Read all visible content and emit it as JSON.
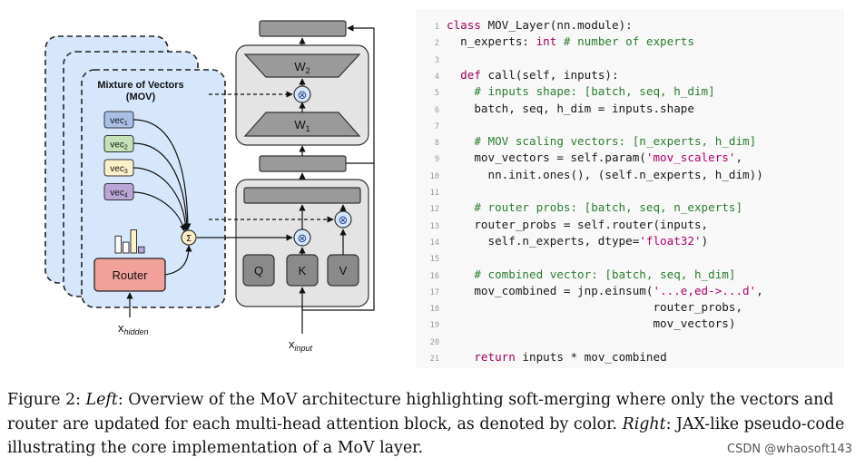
{
  "diagram": {
    "mov_title": "Mixture of Vectors",
    "mov_subtitle": "(MOV)",
    "vectors": [
      {
        "base": "vec",
        "sub": "1",
        "color": "#a9bfe6"
      },
      {
        "base": "vec",
        "sub": "2",
        "color": "#c3e2b8"
      },
      {
        "base": "vec",
        "sub": "3",
        "color": "#fbf0c7"
      },
      {
        "base": "vec",
        "sub": "4",
        "color": "#b9a6d6"
      }
    ],
    "router_label": "Router",
    "sum_symbol": "Σ",
    "x_hidden": {
      "base": "x",
      "sub": "hidden"
    },
    "x_input": {
      "base": "x",
      "sub": "input"
    },
    "w2": {
      "base": "W",
      "sub": "2"
    },
    "w1": {
      "base": "W",
      "sub": "1"
    },
    "q_label": "Q",
    "k_label": "K",
    "v_label": "V",
    "multiply_symbol": "⊗",
    "bar_chart_heights": [
      0.55,
      0.35,
      0.75,
      0.2
    ],
    "colors": {
      "mov_fill": "#d6e7fb",
      "router_fill": "#f2a09a",
      "block_fill": "#e4e4e4",
      "bar_fill": "#9a9a9a",
      "sum_fill": "#fbf0c7",
      "mult_fill": "#d6e7fb"
    }
  },
  "code": {
    "lines": [
      {
        "n": "1",
        "parts": [
          {
            "t": "class",
            "c": "kw"
          },
          {
            "t": " MOV_Layer(nn.module):",
            "c": ""
          }
        ]
      },
      {
        "n": "2",
        "parts": [
          {
            "t": "  n_experts: ",
            "c": ""
          },
          {
            "t": "int",
            "c": "kw"
          },
          {
            "t": " # number of experts",
            "c": "cm"
          }
        ]
      },
      {
        "n": "3",
        "parts": []
      },
      {
        "n": "4",
        "parts": [
          {
            "t": "  ",
            "c": ""
          },
          {
            "t": "def",
            "c": "kw"
          },
          {
            "t": " call(self, inputs):",
            "c": ""
          }
        ]
      },
      {
        "n": "5",
        "parts": [
          {
            "t": "    # inputs shape: [batch, seq, h_dim]",
            "c": "cm"
          }
        ]
      },
      {
        "n": "6",
        "parts": [
          {
            "t": "    batch, seq, h_dim = inputs.shape",
            "c": ""
          }
        ]
      },
      {
        "n": "7",
        "parts": []
      },
      {
        "n": "8",
        "parts": [
          {
            "t": "    # MOV scaling vectors: [n_experts, h_dim]",
            "c": "cm"
          }
        ]
      },
      {
        "n": "9",
        "parts": [
          {
            "t": "    mov_vectors = self.param(",
            "c": ""
          },
          {
            "t": "'mov_scalers'",
            "c": "st"
          },
          {
            "t": ",",
            "c": ""
          }
        ]
      },
      {
        "n": "10",
        "parts": [
          {
            "t": "      nn.init.ones(), (self.n_experts, h_dim))",
            "c": ""
          }
        ]
      },
      {
        "n": "11",
        "parts": []
      },
      {
        "n": "12",
        "parts": [
          {
            "t": "    # router probs: [batch, seq, n_experts]",
            "c": "cm"
          }
        ]
      },
      {
        "n": "13",
        "parts": [
          {
            "t": "    router_probs = self.router(inputs,",
            "c": ""
          }
        ]
      },
      {
        "n": "14",
        "parts": [
          {
            "t": "      self.n_experts, dtype=",
            "c": ""
          },
          {
            "t": "'float32'",
            "c": "st"
          },
          {
            "t": ")",
            "c": ""
          }
        ]
      },
      {
        "n": "15",
        "parts": []
      },
      {
        "n": "16",
        "parts": [
          {
            "t": "    # combined vector: [batch, seq, h_dim]",
            "c": "cm"
          }
        ]
      },
      {
        "n": "17",
        "parts": [
          {
            "t": "    mov_combined = jnp.einsum(",
            "c": ""
          },
          {
            "t": "'...e,ed->...d'",
            "c": "st"
          },
          {
            "t": ",",
            "c": ""
          }
        ]
      },
      {
        "n": "18",
        "parts": [
          {
            "t": "                              router_probs,",
            "c": ""
          }
        ]
      },
      {
        "n": "19",
        "parts": [
          {
            "t": "                              mov_vectors)",
            "c": ""
          }
        ]
      },
      {
        "n": "20",
        "parts": []
      },
      {
        "n": "21",
        "parts": [
          {
            "t": "    ",
            "c": ""
          },
          {
            "t": "return",
            "c": "kw"
          },
          {
            "t": " inputs * mov_combined",
            "c": ""
          }
        ]
      }
    ]
  },
  "caption": {
    "label": "Figure 2: ",
    "left_word": "Left",
    "left_text": ": Overview of the MoV architecture highlighting soft-merging where only the vectors and router are updated for each multi-head attention block, as denoted by color. ",
    "right_word": "Right",
    "right_text": ": JAX-like pseudo-code illustrating the core implementation of a MoV layer."
  },
  "watermark": "CSDN @whaosoft143"
}
